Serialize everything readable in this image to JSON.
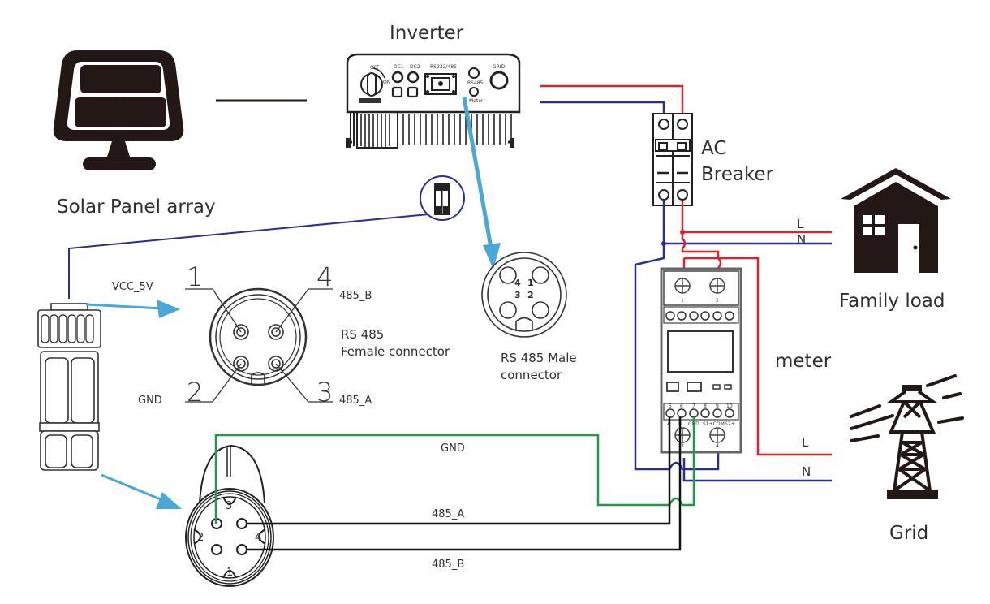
{
  "title": "Solar inverter RS485 meter wiring diagram",
  "components": {
    "solar_panel": {
      "label": "Solar Panel array"
    },
    "inverter": {
      "label": "Inverter",
      "panel_labels": {
        "switch_off": "OFF",
        "switch_on": "ON",
        "dc1": "DC1",
        "dc2": "DC2",
        "rs232": "RS232/485",
        "grid": "GRID",
        "rs485": "RS485",
        "meter": "Meter"
      }
    },
    "ac_breaker": {
      "label_line1": "AC",
      "label_line2": "Breaker"
    },
    "family_load": {
      "label": "Family load",
      "line_l": "L",
      "line_n": "N"
    },
    "meter": {
      "label": "meter",
      "top_terminals": [
        "1",
        "2"
      ],
      "bottom_terminals": [
        "3",
        "4"
      ],
      "small_terminals": [
        "5",
        "6",
        "7",
        "8",
        "9",
        "10"
      ],
      "terminal_labels": [
        "A",
        "B",
        "GND",
        "S1+COM",
        "S2+"
      ]
    },
    "grid": {
      "label": "Grid",
      "line_l": "L",
      "line_n": "N"
    },
    "female_connector": {
      "title_line1": "RS 485",
      "title_line2": "Female connector",
      "pins": [
        {
          "num": "1",
          "signal": "VCC_5V"
        },
        {
          "num": "2",
          "signal": "GND"
        },
        {
          "num": "3",
          "signal": "485_A"
        },
        {
          "num": "4",
          "signal": "485_B"
        }
      ]
    },
    "male_connector": {
      "title_line1": "RS 485 Male",
      "title_line2": "connector",
      "pins": [
        "4",
        "1",
        "3",
        "2"
      ]
    },
    "plug_end": {
      "pins": [
        "3",
        "2",
        "4",
        "1"
      ]
    }
  },
  "wires": {
    "gnd_label": "GND",
    "a_label": "485_A",
    "b_label": "485_B"
  },
  "colors": {
    "live": "#e0202a",
    "neutral": "#2a2f92",
    "ground": "#1f9a45",
    "signal": "#111111",
    "arrow": "#4aa8d8",
    "icon": "#231815"
  }
}
